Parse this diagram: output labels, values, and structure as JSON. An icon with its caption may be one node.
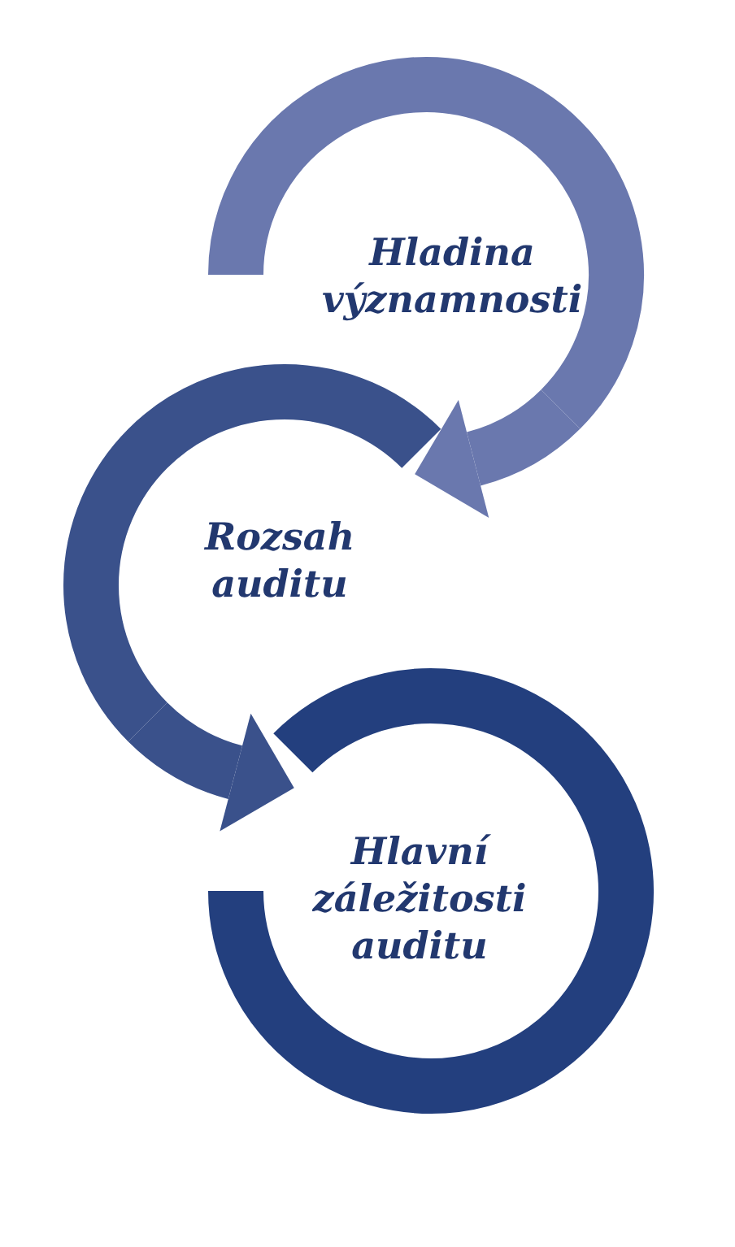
{
  "diagram": {
    "nodes": [
      {
        "text": [
          "Hladina významnosti"
        ]
      },
      {
        "text": [
          "Rozsah auditu"
        ]
      },
      {
        "text": [
          "Hlavní záležitosti auditu"
        ]
      }
    ],
    "edges": [
      {
        "from": 0,
        "to": 1,
        "arrow": "to",
        "color": "#6a78ae"
      },
      {
        "from": 1,
        "to": 2,
        "arrow": "to",
        "color": "#3a518b"
      }
    ]
  }
}
